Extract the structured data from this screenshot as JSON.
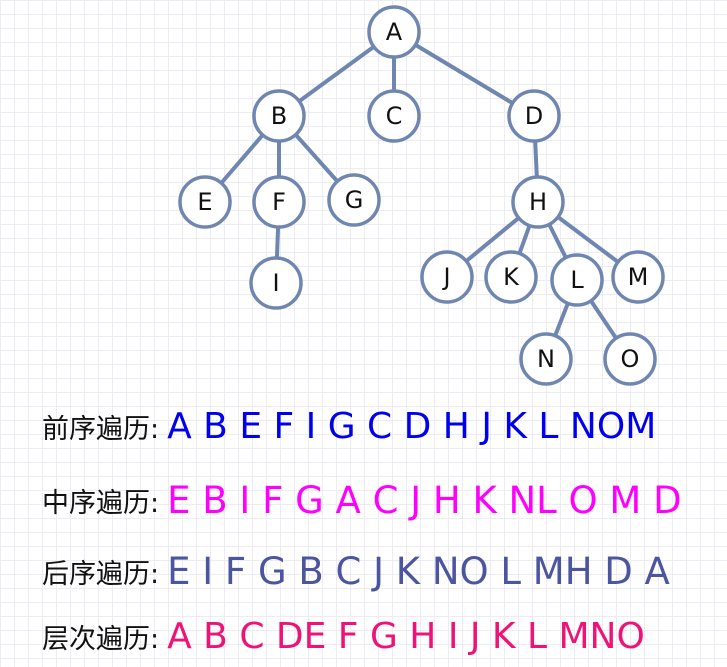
{
  "tree": {
    "nodes": [
      {
        "id": "A",
        "label": "A"
      },
      {
        "id": "B",
        "label": "B"
      },
      {
        "id": "C",
        "label": "C"
      },
      {
        "id": "D",
        "label": "D"
      },
      {
        "id": "E",
        "label": "E"
      },
      {
        "id": "F",
        "label": "F"
      },
      {
        "id": "G",
        "label": "G"
      },
      {
        "id": "H",
        "label": "H"
      },
      {
        "id": "I",
        "label": "I"
      },
      {
        "id": "J",
        "label": "J"
      },
      {
        "id": "K",
        "label": "K"
      },
      {
        "id": "L",
        "label": "L"
      },
      {
        "id": "M",
        "label": "M"
      },
      {
        "id": "N",
        "label": "N"
      },
      {
        "id": "O",
        "label": "O"
      }
    ],
    "edges": [
      [
        "A",
        "B"
      ],
      [
        "A",
        "C"
      ],
      [
        "A",
        "D"
      ],
      [
        "B",
        "E"
      ],
      [
        "B",
        "F"
      ],
      [
        "B",
        "G"
      ],
      [
        "F",
        "I"
      ],
      [
        "D",
        "H"
      ],
      [
        "H",
        "J"
      ],
      [
        "H",
        "K"
      ],
      [
        "H",
        "L"
      ],
      [
        "H",
        "M"
      ],
      [
        "L",
        "N"
      ],
      [
        "L",
        "O"
      ]
    ],
    "node_fill": "#ffffff",
    "node_stroke": "#6e86b0",
    "edge_color": "#6e86b0"
  },
  "traversals": {
    "preorder": {
      "label": "前序遍历:",
      "sequence": "A B E F I  G C D H J  K L  NOM",
      "color": "#0000ee"
    },
    "inorder": {
      "label": "中序遍历:",
      "sequence": "E B I F G A C J H K NL O M D",
      "color": "#ff00ff"
    },
    "postorder": {
      "label": "后序遍历:",
      "sequence": "E I F G B C J K NO L MH D A",
      "color": "#4b55a0"
    },
    "levelorder": {
      "label": "层次遍历:",
      "sequence": "A B C DE  F G H I  J  K L  MNO",
      "color": "#ee1477"
    }
  }
}
